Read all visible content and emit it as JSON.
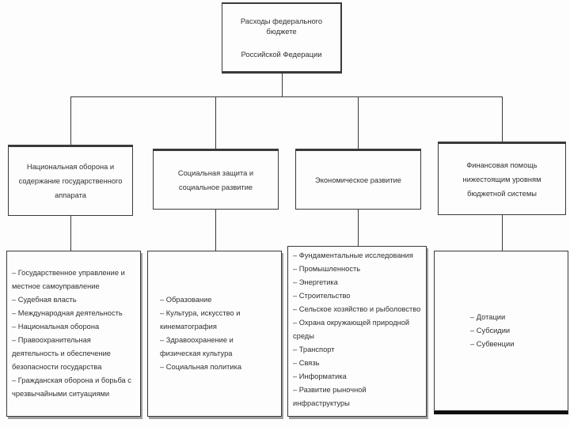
{
  "root_box": {
    "line1": "Расходы федерального бюджете",
    "line2": "Российской Федерации"
  },
  "branches": [
    {
      "title": "Национальная оборона и содержание государственного аппарата",
      "items": [
        "– Государственное управление и местное самоуправление",
        "– Судебная власть",
        "– Международная деятельность",
        "– Национальная оборона",
        "– Правоохранительная деятельность и обеспечение безопасности государства",
        "– Гражданская оборона и борьба с чрезвычайными ситуациями"
      ]
    },
    {
      "title": "Социальная защита и социальное развитие",
      "items": [
        "– Образование",
        "– Культура, искусство и кинематография",
        "– Здравоохранение и физическая культура",
        "– Социальная политика"
      ]
    },
    {
      "title": "Экономическое развитие",
      "items": [
        "– Фундаментальные исследования",
        "– Промышленность",
        "– Энергетика",
        "– Строительство",
        "– Сельское хозяйство и рыболовство",
        "– Охрана окружающей природной среды",
        "– Транспорт",
        "– Связь",
        "– Информатика",
        "– Развитие рыночной инфраструктуры"
      ]
    },
    {
      "title": "Финансовая помощь нижестоящим уровням бюджетной системы",
      "items": [
        "– Дотации",
        "– Субсидии",
        "– Субвенции"
      ]
    }
  ],
  "colors": {
    "border": "#3a3a3a",
    "text": "#303030",
    "shadow": "#9f9f9f",
    "background": "#fdfdfd"
  }
}
